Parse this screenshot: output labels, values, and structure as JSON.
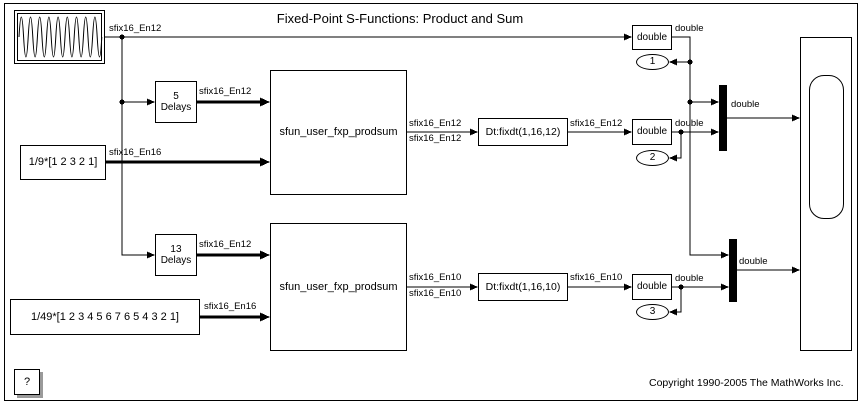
{
  "title": "Fixed-Point S-Functions: Product and Sum",
  "copyright": "Copyright 1990-2005 The MathWorks Inc.",
  "blocks": {
    "delays5": {
      "value": "5",
      "label": "Delays"
    },
    "delays13": {
      "value": "13",
      "label": "Delays"
    },
    "gain9": "1/9*[1 2 3 2 1]",
    "gain49": "1/49*[1 2 3 4 5 6 7 6 5 4 3 2 1]",
    "sfun1": "sfun_user_fxp_prodsum",
    "sfun2": "sfun_user_fxp_prodsum",
    "dt1": "Dt:fixdt(1,16,12)",
    "dt2": "Dt:fixdt(1,16,10)",
    "double1": "double",
    "double2": "double",
    "double3": "double",
    "outport1": "1",
    "outport2": "2",
    "outport3": "3",
    "doc": "?"
  },
  "signal_labels": {
    "siggen_out": "sfix16_En12",
    "delays5_out": "sfix16_En12",
    "gain9_out": "sfix16_En16",
    "delays13_out": "sfix16_En12",
    "gain49_out": "sfix16_En16",
    "sfun1_out_type": "sfix16_En12",
    "sfun1_out_name": "sfix16_En12",
    "dt1_out": "sfix16_En12",
    "double1_out": "double",
    "double2_out": "double",
    "mux1_out": "double",
    "sfun2_out_type": "sfix16_En10",
    "sfun2_out_name": "sfix16_En10",
    "dt2_out": "sfix16_En10",
    "double3_out": "double",
    "mux2_out": "double"
  }
}
